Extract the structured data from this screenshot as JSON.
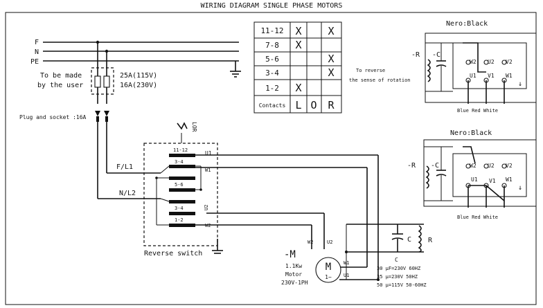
{
  "header": {
    "title": "WIRING DIAGRAM SINGLE PHASE MOTORS"
  },
  "supply": {
    "f": "F",
    "n": "N",
    "pe": "PE"
  },
  "user_note": {
    "line1": "To be made",
    "line2": "by the user",
    "fuse_115": "25A(115V)",
    "fuse_230": "16A(230V)"
  },
  "plug": {
    "label": "Plug and socket :16A"
  },
  "lines": {
    "fl1": "F/L1",
    "nl2": "N/L2"
  },
  "switch": {
    "label": "Reverse switch",
    "lor": "LOR",
    "contacts": [
      "11-12",
      "3-4",
      "5-6",
      "3-4",
      "1-2"
    ],
    "terminals": [
      "U1",
      "W1",
      "U2",
      "W2"
    ]
  },
  "table": {
    "rows": [
      {
        "label": "11-12",
        "L": "X",
        "O": "",
        "R": "X"
      },
      {
        "label": "7-8",
        "L": "X",
        "O": "",
        "R": ""
      },
      {
        "label": "5-6",
        "L": "",
        "O": "",
        "R": "X"
      },
      {
        "label": "3-4",
        "L": "",
        "O": "",
        "R": "X"
      },
      {
        "label": "1-2",
        "L": "X",
        "O": "",
        "R": ""
      }
    ],
    "footer": {
      "label": "Contacts",
      "L": "L",
      "O": "O",
      "R": "R"
    }
  },
  "reverse_note": {
    "line1": "To reverse",
    "line2": "the sense of rotation"
  },
  "box1": {
    "title": "Nero:Black",
    "r": "-R",
    "c": "-C",
    "w2": "W2",
    "u2": "U2",
    "v2": "V2",
    "u1": "U1",
    "v1": "V1",
    "w1": "W1",
    "colors": "Blue Red White"
  },
  "box2": {
    "title": "Nero:Black",
    "r": "-R",
    "c": "-C",
    "w2": "W2",
    "u2": "U2",
    "v2": "V2",
    "u1": "U1",
    "v1": "V1",
    "w1": "W1",
    "colors": "Blue Red White"
  },
  "motor": {
    "tag": "-M",
    "power": "1.1Kw",
    "name": "Motor",
    "rating": "230V-1PH",
    "symbol": "M",
    "phase": "1~",
    "w2": "W2",
    "u2": "U2",
    "w1": "W1",
    "u1": "U1"
  },
  "capacitor": {
    "c_label": "C",
    "r_label": "R",
    "title": "C",
    "specs": [
      "30 μF=230V 60HZ",
      "35 μ=230V 50HZ",
      "50 μ=115V 50-60HZ"
    ]
  }
}
